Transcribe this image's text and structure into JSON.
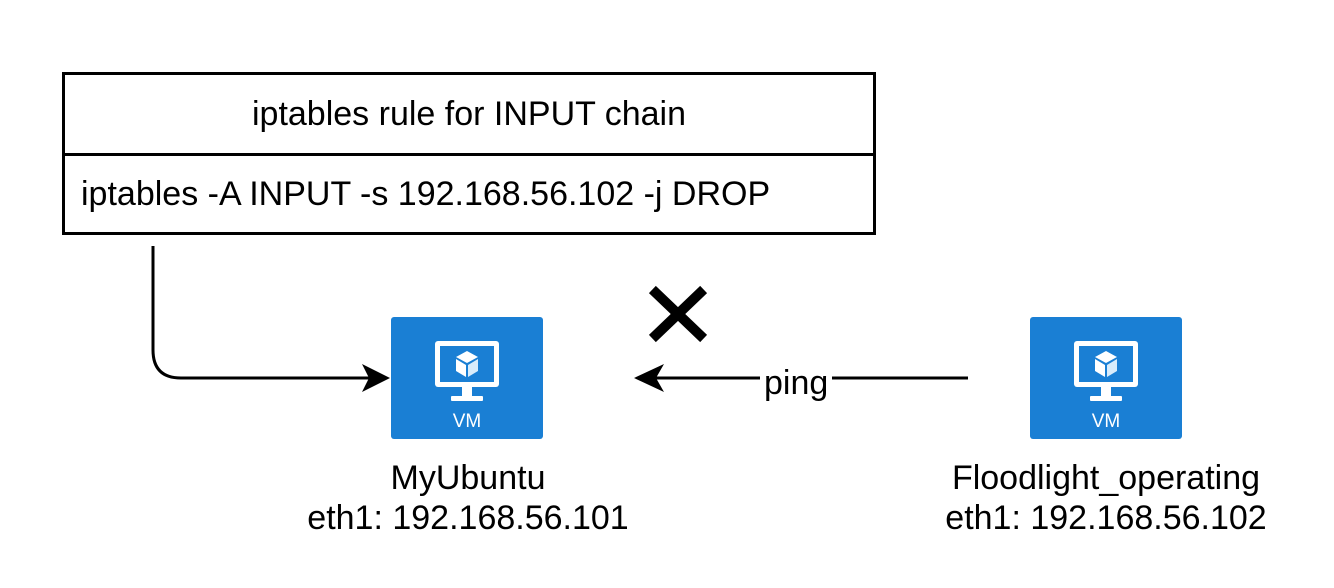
{
  "rule_box": {
    "title": "iptables rule for INPUT chain",
    "command": "iptables -A INPUT -s 192.168.56.102 -j DROP"
  },
  "nodes": [
    {
      "icon": "vm-monitor-cube-icon",
      "badge": "VM",
      "name": "MyUbuntu",
      "address": "eth1: 192.168.56.101"
    },
    {
      "icon": "vm-monitor-cube-icon",
      "badge": "VM",
      "name": "Floodlight_operating",
      "address": "eth1: 192.168.56.102"
    }
  ],
  "edges": {
    "ping_label": "ping",
    "blocked_icon": "cross-icon"
  },
  "colors": {
    "vm_fill": "#1a7fd4",
    "line": "#000000"
  }
}
